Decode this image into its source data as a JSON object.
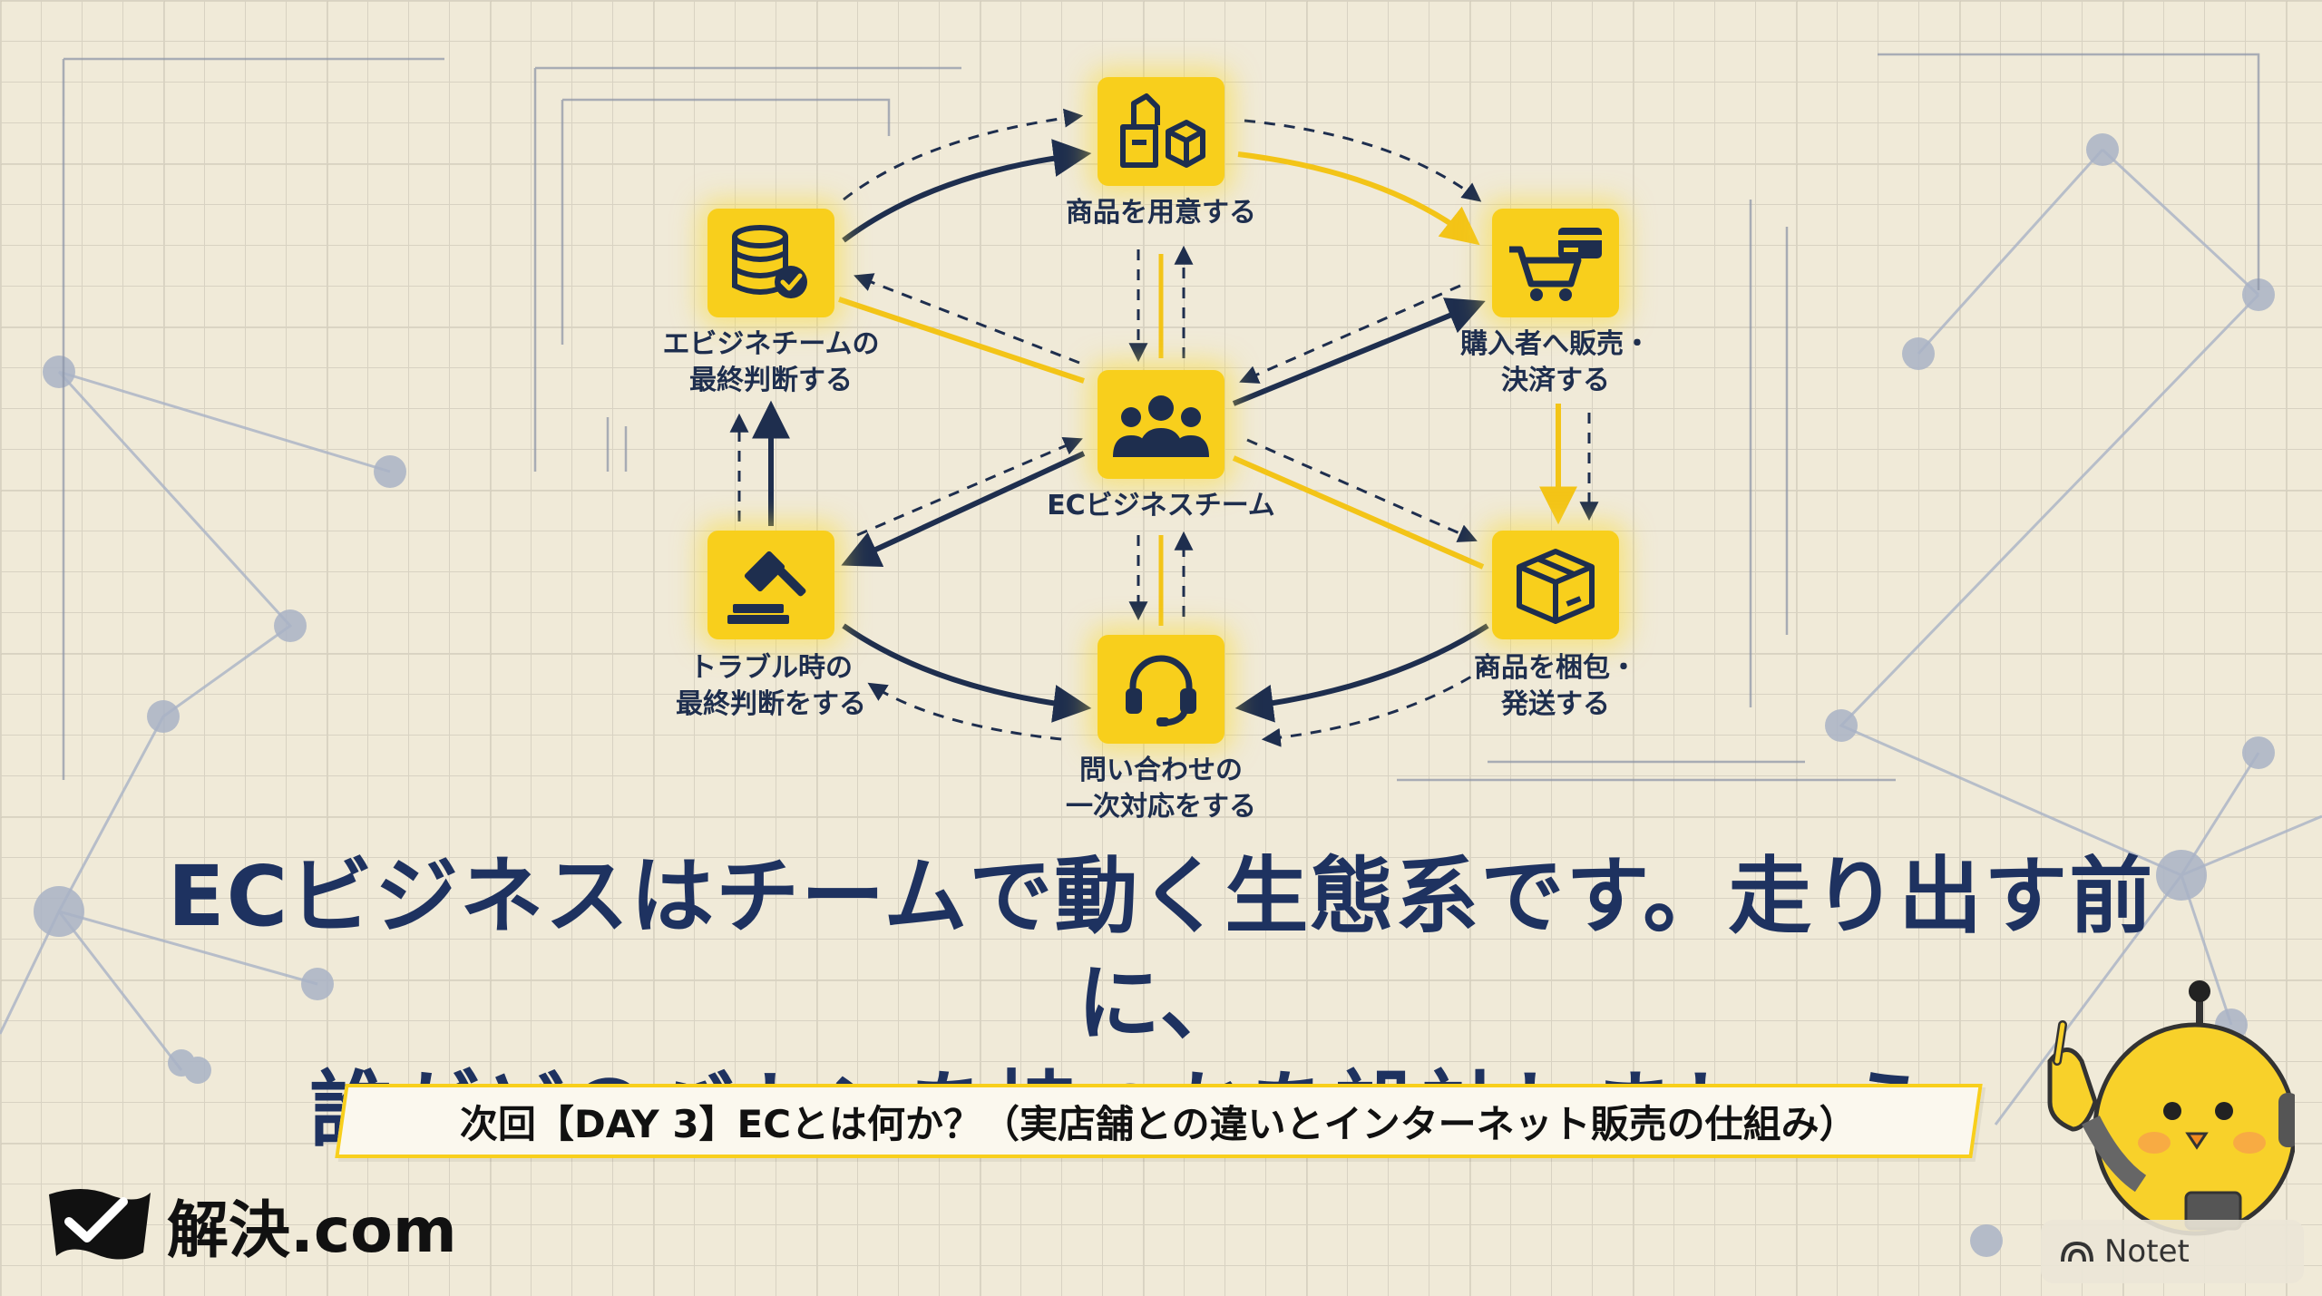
{
  "diagram": {
    "nodes": [
      {
        "id": "prepare",
        "icon": "shelf-boxes-icon",
        "lines": [
          "商品を用意する"
        ]
      },
      {
        "id": "sell",
        "icon": "cart-card-icon",
        "lines": [
          "購入者へ販売・",
          "決済する"
        ]
      },
      {
        "id": "ship",
        "icon": "package-icon",
        "lines": [
          "商品を梱包・",
          "発送する"
        ]
      },
      {
        "id": "inquiry",
        "icon": "headset-icon",
        "lines": [
          "問い合わせの",
          "一次対応をする"
        ]
      },
      {
        "id": "trouble",
        "icon": "gavel-icon",
        "lines": [
          "トラブル時の",
          "最終判断をする"
        ]
      },
      {
        "id": "decide",
        "icon": "database-check-icon",
        "lines": [
          "エビジネチームの",
          "最終判断する"
        ]
      },
      {
        "id": "team",
        "icon": "people-group-icon",
        "lines": [
          "ECビジネスチーム"
        ]
      }
    ],
    "colors": {
      "accent": "#f8cf1c",
      "navy": "#1e2e4e",
      "text": "#1e3260"
    }
  },
  "headline": {
    "line1": "ECビジネスはチームで動く生態系です。走り出す前に、",
    "line2": "誰がどのバトンを持つかを設計しましょう。"
  },
  "next_episode": "次回【DAY 3】ECとは何か？（実店舗との違いとインターネット販売の仕組み）",
  "logo": {
    "icon": "flag-check-icon",
    "text": "解決.com"
  },
  "badge": {
    "icon": "notebook-icon",
    "text": "Notet"
  },
  "mascot": {
    "icon": "chick-robot-mascot-icon"
  }
}
